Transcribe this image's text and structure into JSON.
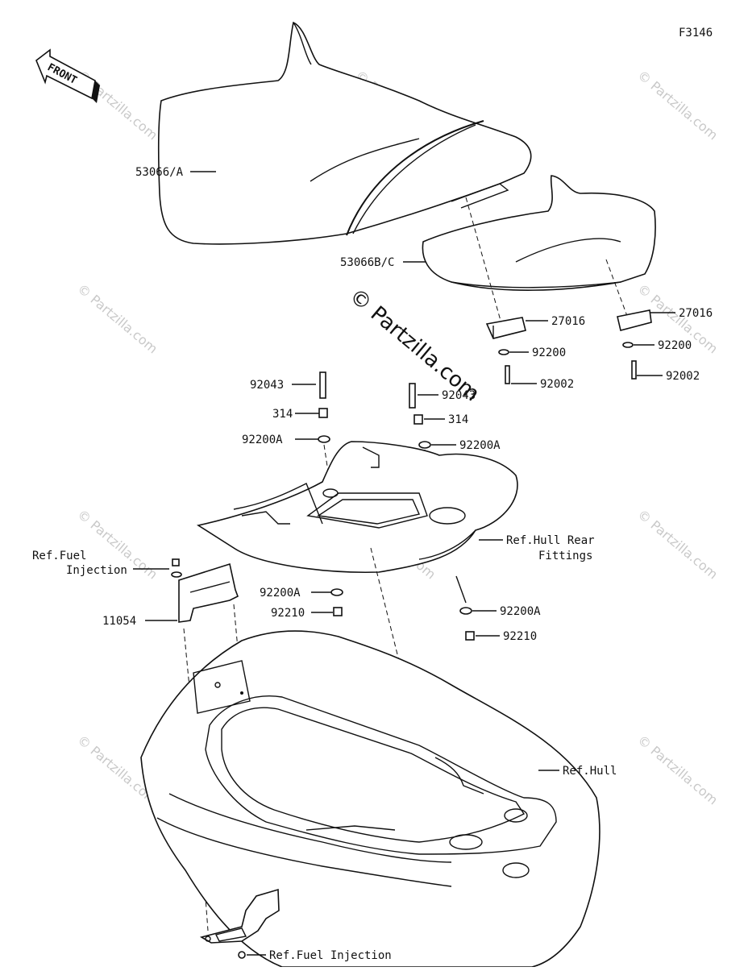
{
  "figure_code": "F3146",
  "front_label": "FRONT",
  "watermark_main": "© Partzilla.com",
  "watermark_tile": "© Partzilla.com",
  "labels": {
    "seat_front": "53066/A",
    "seat_rear": "53066B/C",
    "stopper_left": "27016",
    "stopper_right": "27016",
    "washer_left": "92200",
    "washer_right": "92200",
    "bolt_left": "92002",
    "bolt_right": "92002",
    "stud_left": "92043",
    "stud_right": "92043",
    "nut_314_left": "314",
    "nut_314_right": "314",
    "washer_92200a_left_top": "92200A",
    "washer_92200a_right_top": "92200A",
    "ref_rear_fittings_1": "Ref.Hull Rear",
    "ref_rear_fittings_2": "Fittings",
    "ref_fuel_1": "Ref.Fuel",
    "ref_fuel_2": "Injection",
    "bracket": "11054",
    "washer_92200a_mid": "92200A",
    "nut_92210_mid": "92210",
    "washer_92200a_right_low": "92200A",
    "nut_92210_right": "92210",
    "ref_hull": "Ref.Hull",
    "ref_fuel_bottom": "Ref.Fuel Injection"
  }
}
